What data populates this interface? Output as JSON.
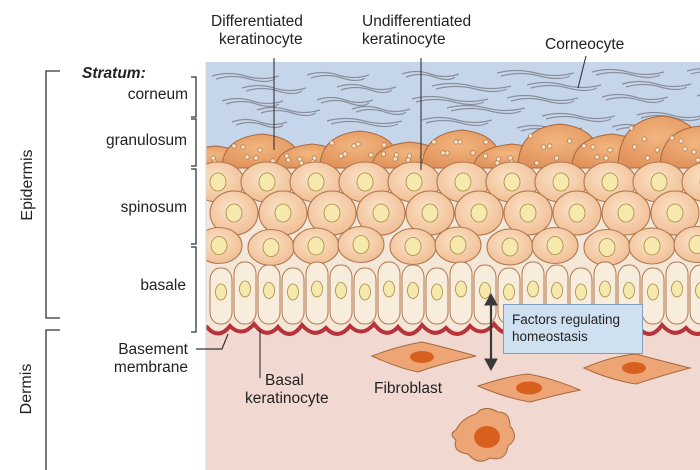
{
  "labels": {
    "differentiated": [
      "Differentiated",
      "keratinocyte"
    ],
    "undifferentiated": [
      "Undifferentiated",
      "keratinocyte"
    ],
    "corneocyte": "Corneocyte",
    "stratum": "Stratum:",
    "corneum": "corneum",
    "granulosum": "granulosum",
    "spinosum": "spinosum",
    "basale": "basale",
    "epidermis": "Epidermis",
    "dermis": "Dermis",
    "basement": [
      "Basement",
      "membrane"
    ],
    "basal": [
      "Basal",
      "keratinocyte"
    ],
    "fibroblast": "Fibroblast",
    "factors": [
      "Factors regulating",
      "homeostasis"
    ]
  },
  "colors": {
    "corneum_bg": "#c6d6ea",
    "epidermis_bg": "#f4e7d8",
    "dermis_bg": "#f1d8d0",
    "cell_fill": "#f3c7a0",
    "cell_stroke": "#b07850",
    "nucleus": "#f6e9ad",
    "granular_fill": "#e8a06a",
    "basement": "#b8323a",
    "fibroblast_fill": "#eda575",
    "fibroblast_nucleus": "#d8601e",
    "box_bg": "#cfe1f1"
  }
}
